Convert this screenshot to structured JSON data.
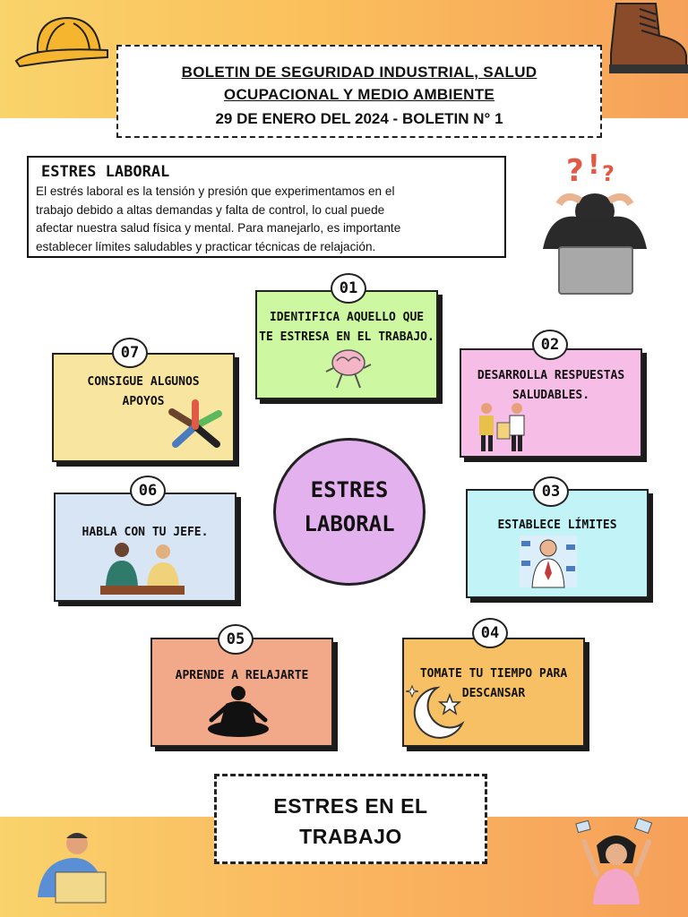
{
  "header": {
    "line1": "BOLETIN DE SEGURIDAD INDUSTRIAL, SALUD",
    "line2": "OCUPACIONAL Y MEDIO AMBIENTE",
    "line3": "29 DE ENERO DEL 2024 - BOLETIN N° 1"
  },
  "intro": {
    "title": "ESTRES LABORAL",
    "lines": [
      "El estrés laboral es la tensión y presión que experimentamos en el",
      "trabajo debido a altas demandas y falta de control, lo cual puede",
      "afectar nuestra salud física y mental. Para manejarlo, es importante",
      "establecer límites saludables y practicar técnicas de relajación."
    ]
  },
  "center": {
    "line1": "ESTRES",
    "line2": "LABORAL"
  },
  "steps": [
    {
      "num": "01",
      "lines": [
        "IDENTIFICA AQUELLO QUE",
        "TE ESTRESA EN EL TRABAJO."
      ]
    },
    {
      "num": "02",
      "lines": [
        "DESARROLLA RESPUESTAS",
        "SALUDABLES."
      ]
    },
    {
      "num": "03",
      "lines": [
        "ESTABLECE LÍMITES"
      ]
    },
    {
      "num": "04",
      "lines": [
        "TOMATE TU TIEMPO PARA",
        "DESCANSAR"
      ]
    },
    {
      "num": "05",
      "lines": [
        "APRENDE A RELAJARTE"
      ]
    },
    {
      "num": "06",
      "lines": [
        "HABLA CON TU JEFE."
      ]
    },
    {
      "num": "07",
      "lines": [
        "CONSIGUE ALGUNOS",
        "APOYOS"
      ]
    }
  ],
  "footer": {
    "line1": "ESTRES EN EL",
    "line2": "TRABAJO"
  },
  "colors": {
    "band": "#f9c766",
    "step01": "#cdf7a0",
    "step02": "#f6bde6",
    "step03": "#c2f3f7",
    "step04": "#f7c064",
    "step05": "#f2a98a",
    "step06": "#d8e5f5",
    "step07": "#f8e6a0",
    "center": "#e3b1ee"
  }
}
